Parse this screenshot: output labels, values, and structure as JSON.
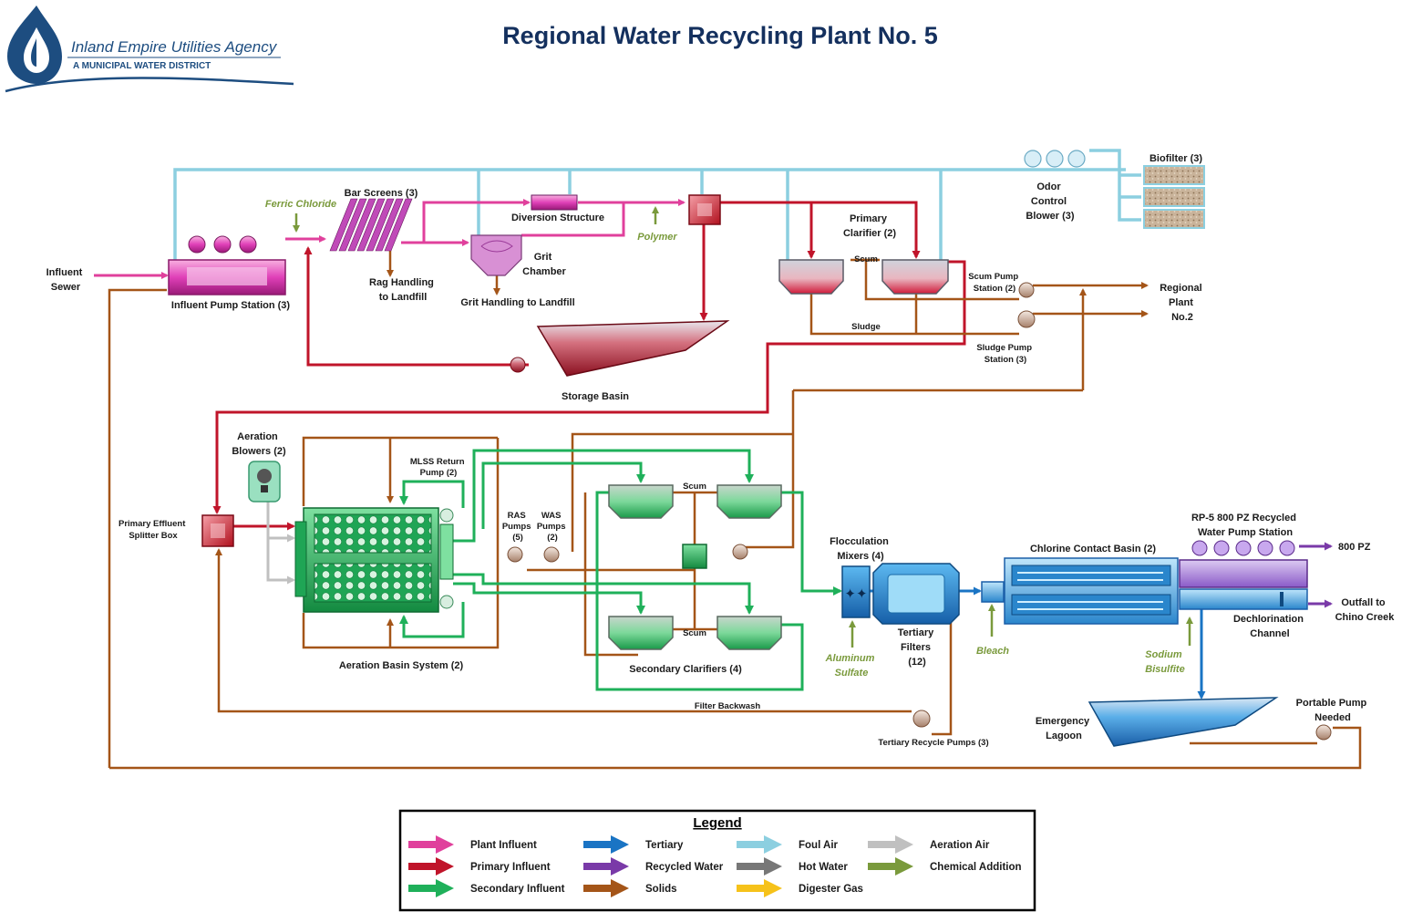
{
  "title": "Regional Water Recycling Plant No. 5",
  "logo": {
    "name": "Inland Empire Utilities Agency",
    "tagline": "A MUNICIPAL WATER DISTRICT"
  },
  "colors": {
    "plant_influent": "#e0409c",
    "primary_influent": "#c0142a",
    "secondary_influent": "#1fb05a",
    "tertiary": "#1a74c4",
    "recycled_water": "#7a3aa8",
    "solids": "#a45518",
    "foul_air": "#8ccfe0",
    "hot_water": "#777777",
    "digester_gas": "#f6c21a",
    "aeration_air": "#c0c0c0",
    "chemical_addition": "#7a9a3c"
  },
  "labels": {
    "influent_sewer": [
      "Influent",
      "Sewer"
    ],
    "influent_pump_station": "Influent Pump Station (3)",
    "ferric_chloride": "Ferric Chloride",
    "bar_screens": "Bar Screens (3)",
    "rag_handling": [
      "Rag Handling",
      "to Landfill"
    ],
    "diversion_structure": "Diversion Structure",
    "grit_chamber": [
      "Grit",
      "Chamber"
    ],
    "grit_handling": "Grit Handling to Landfill",
    "polymer": "Polymer",
    "primary_clarifier": [
      "Primary",
      "Clarifier (2)"
    ],
    "scum_primary": "Scum",
    "sludge": "Sludge",
    "scum_pump_station": [
      "Scum Pump",
      "Station (2)"
    ],
    "sludge_pump_station": [
      "Sludge Pump",
      "Station (3)"
    ],
    "regional_plant": [
      "Regional",
      "Plant",
      "No.2"
    ],
    "odor_control_blower": [
      "Odor",
      "Control",
      "Blower (3)"
    ],
    "biofilter": "Biofilter (3)",
    "storage_basin": "Storage Basin",
    "aeration_blowers": [
      "Aeration",
      "Blowers (2)"
    ],
    "mlss_return_pump": [
      "MLSS Return",
      "Pump (2)"
    ],
    "primary_effluent_splitter": [
      "Primary Effluent",
      "Splitter Box"
    ],
    "ras_pumps": [
      "RAS",
      "Pumps",
      "(5)"
    ],
    "was_pumps": [
      "WAS",
      "Pumps",
      "(2)"
    ],
    "aeration_basin_system": "Aeration Basin System (2)",
    "scum_secondary_top": "Scum",
    "scum_secondary_bottom": "Scum",
    "secondary_clarifiers": "Secondary Clarifiers (4)",
    "flocculation_mixers": [
      "Flocculation",
      "Mixers (4)"
    ],
    "aluminum_sulfate": [
      "Aluminum",
      "Sulfate"
    ],
    "tertiary_filters": [
      "Tertiary",
      "Filters",
      "(12)"
    ],
    "bleach": "Bleach",
    "chlorine_contact_basin": "Chlorine Contact Basin (2)",
    "rp5_pump_station": [
      "RP-5 800 PZ Recycled",
      "Water Pump Station"
    ],
    "pz800": "800 PZ",
    "outfall": [
      "Outfall to",
      "Chino Creek"
    ],
    "dechlorination_channel": [
      "Dechlorination",
      "Channel"
    ],
    "sodium_bisulfite": [
      "Sodium",
      "Bisulfite"
    ],
    "emergency_lagoon": [
      "Emergency",
      "Lagoon"
    ],
    "portable_pump": [
      "Portable Pump",
      "Needed"
    ],
    "filter_backwash": "Filter Backwash",
    "tertiary_recycle_pumps": "Tertiary Recycle Pumps (3)"
  },
  "legend": {
    "title": "Legend",
    "items": [
      {
        "label": "Plant Influent",
        "color": "#e0409c"
      },
      {
        "label": "Primary Influent",
        "color": "#c0142a"
      },
      {
        "label": "Secondary Influent",
        "color": "#1fb05a"
      },
      {
        "label": "Tertiary",
        "color": "#1a74c4"
      },
      {
        "label": "Recycled Water",
        "color": "#7a3aa8"
      },
      {
        "label": "Solids",
        "color": "#a45518"
      },
      {
        "label": "Foul Air",
        "color": "#8ccfe0"
      },
      {
        "label": "Hot Water",
        "color": "#777777"
      },
      {
        "label": "Digester Gas",
        "color": "#f6c21a"
      },
      {
        "label": "Aeration Air",
        "color": "#c0c0c0"
      },
      {
        "label": "Chemical Addition",
        "color": "#7a9a3c"
      }
    ]
  }
}
